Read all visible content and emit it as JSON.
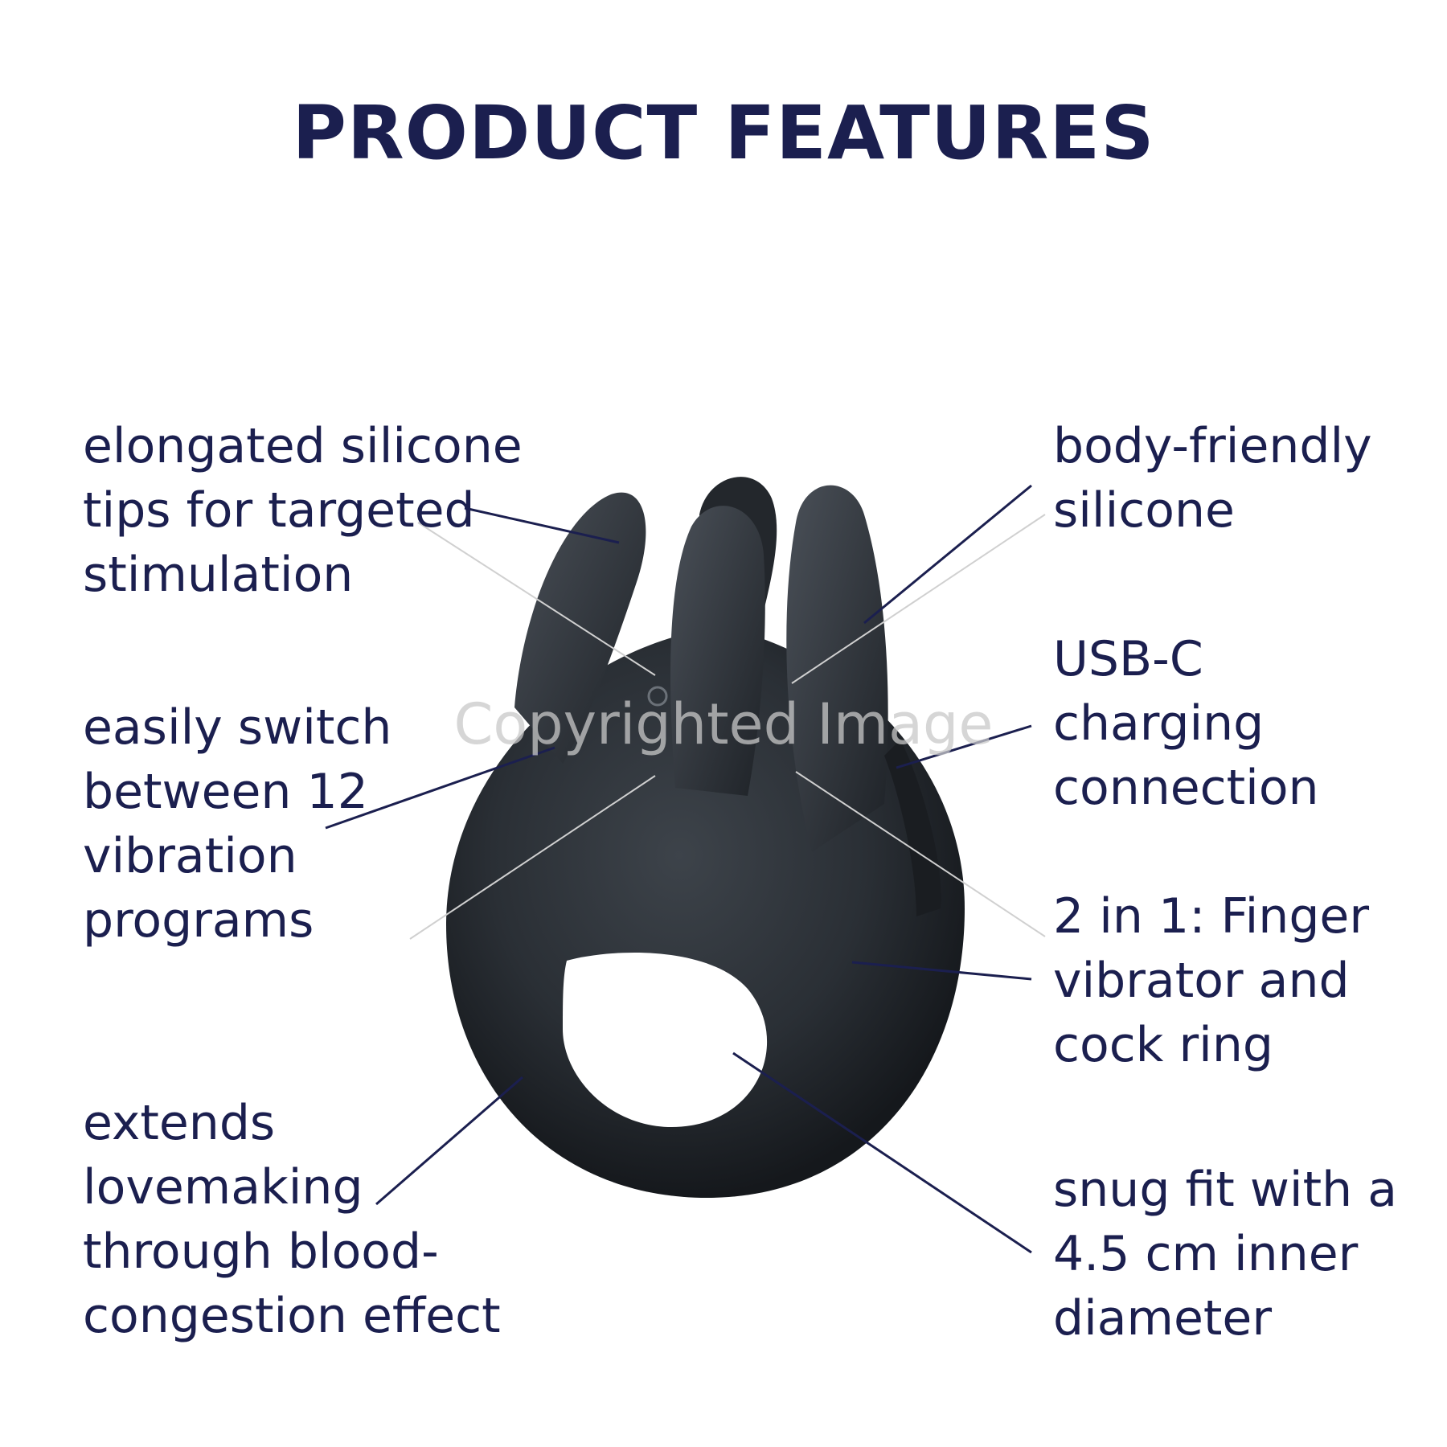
{
  "title": "PRODUCT FEATURES",
  "features": [
    {
      "id": "tips",
      "text": "elongated silicone\ntips for targeted\nstimulation"
    },
    {
      "id": "programs",
      "text": "easily switch\nbetween 12\nvibration\nprograms"
    },
    {
      "id": "lovemaking",
      "text": "extends\nlovemaking\nthrough blood-\ncongestion effect"
    },
    {
      "id": "silicone",
      "text": "body-friendly\nsilicone"
    },
    {
      "id": "usb",
      "text": "USB-C\ncharging\nconnection"
    },
    {
      "id": "two-in-one",
      "text": "2 in 1: Finger\nvibrator and\ncock ring"
    },
    {
      "id": "fit",
      "text": "snug fit with a\n4.5 cm inner\ndiameter"
    }
  ],
  "watermark": "Copyrighted Image",
  "colors": {
    "text": "#1b1f4f",
    "product": "#2a2f35",
    "line": "#1b1f4f"
  }
}
